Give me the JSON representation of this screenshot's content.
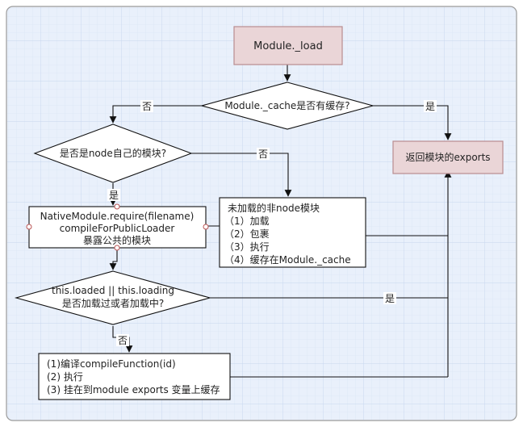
{
  "nodes": {
    "start": "Module._load",
    "cache_check": "Module._cache是否有缓存?",
    "return_exports": "返回模块的exports",
    "is_native": "是否是node自己的模块?",
    "native_lines": [
      "NativeModule.require(filename)",
      "compileForPublicLoader",
      "暴露公共的模块"
    ],
    "non_native_lines": [
      "未加载的非node模块",
      "（1）加载",
      "（2）包裹",
      "（3）执行",
      "（4）缓存在Module._cache"
    ],
    "loaded_check_lines": [
      "this.loaded || this.loading",
      "是否加载过或者加载中?"
    ],
    "compile_lines": [
      "(1)编译compileFunction(id)",
      "(2) 执行",
      "(3) 挂在到module exports 变量上缓存"
    ]
  },
  "edge_labels": {
    "cache_no": "否",
    "cache_yes": "是",
    "native_no": "否",
    "native_yes": "是",
    "loaded_yes": "是",
    "loaded_no": "否"
  },
  "colors": {
    "pink_fill": "#ead5d7",
    "pink_stroke": "#b88c90",
    "grid_bg": "#e9f0fb",
    "line": "#111111"
  }
}
